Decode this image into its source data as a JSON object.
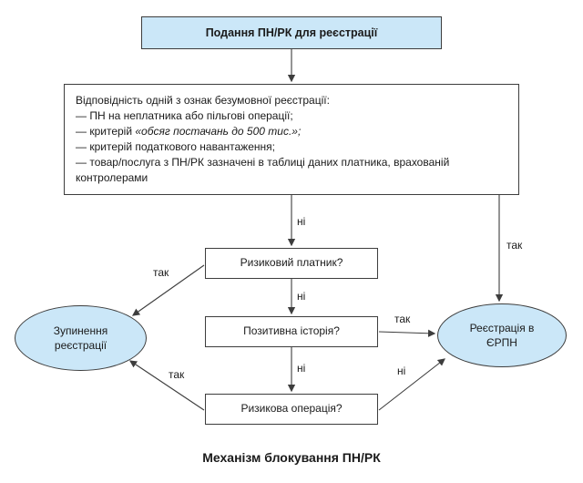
{
  "flow": {
    "start": "Подання ПН/РК для реєстрації",
    "criteria": {
      "title": "Відповідність одній з ознак безумовної реєстрації:",
      "item1": "— ПН на неплатника або пільгові операції;",
      "item2_prefix": "— критерій ",
      "item2_italic": "«обсяг постачань до 500 тис.»;",
      "item3": "— критерій податкового навантаження;",
      "item4": "— товар/послуга з ПН/РК зазначені в таблиці даних платника, врахованій контролерами"
    },
    "decisions": {
      "risky_payer": "Ризиковий платник?",
      "positive_history": "Позитивна історія?",
      "risky_operation": "Ризикова операція?"
    },
    "outcomes": {
      "stop": "Зупинення реєстрації",
      "register": "Реєстрація в ЄРПН"
    },
    "edge_labels": {
      "criteria_no": "ні",
      "criteria_yes": "так",
      "risky_payer_yes": "так",
      "risky_payer_no": "ні",
      "positive_history_yes": "так",
      "positive_history_no": "ні",
      "risky_operation_yes": "так",
      "risky_operation_no": "ні"
    },
    "caption": "Механізм блокування ПН/РК",
    "colors": {
      "node_fill_blue": "#cbe7f8",
      "border": "#3d3d3d",
      "arrow": "#3d3d3d"
    }
  }
}
